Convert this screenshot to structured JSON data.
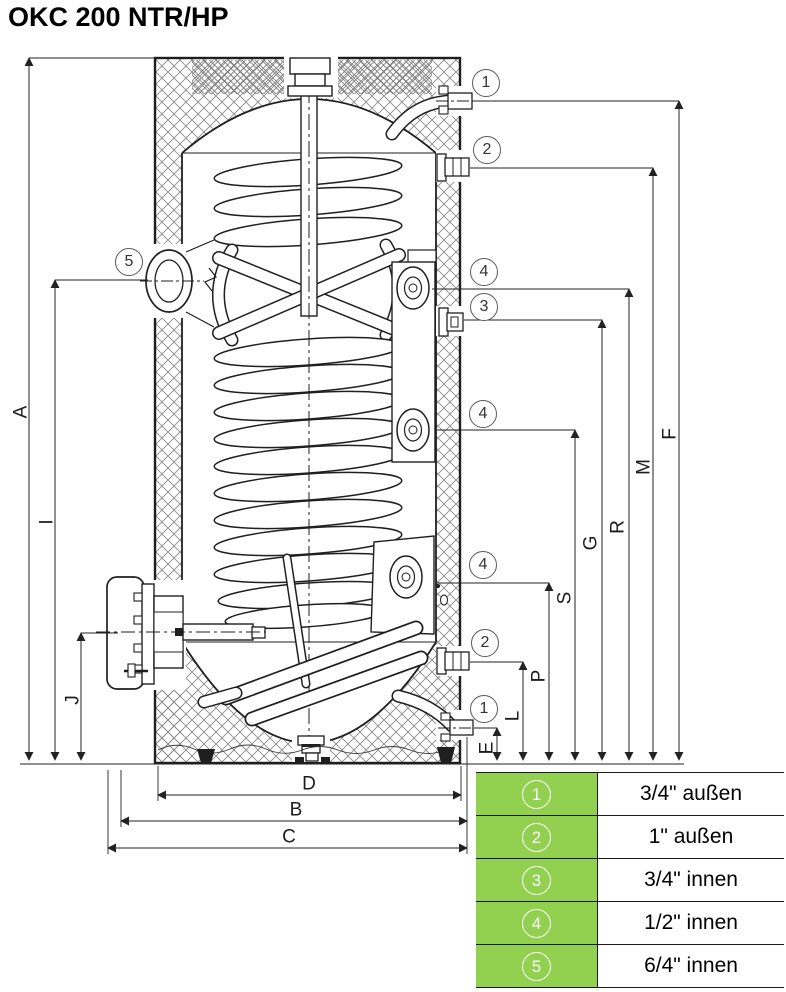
{
  "title": "OKC 200 NTR/HP",
  "colors": {
    "accent_green": "#92D050",
    "line": "#1f1f1f"
  },
  "dim_labels": {
    "A": "A",
    "I": "I",
    "J": "J",
    "E": "E",
    "L": "L",
    "P": "P",
    "S": "S",
    "G": "G",
    "R": "R",
    "M": "M",
    "F": "F",
    "D": "D",
    "B": "B",
    "C": "C"
  },
  "callouts": {
    "1": "1",
    "2": "2",
    "3": "3",
    "4": "4",
    "5": "5"
  },
  "legend": {
    "rows": [
      {
        "num": "1",
        "label": "3/4\" außen"
      },
      {
        "num": "2",
        "label": "1\" außen"
      },
      {
        "num": "3",
        "label": "3/4\" innen"
      },
      {
        "num": "4",
        "label": "1/2\" innen"
      },
      {
        "num": "5",
        "label": "6/4\" innen"
      }
    ]
  }
}
